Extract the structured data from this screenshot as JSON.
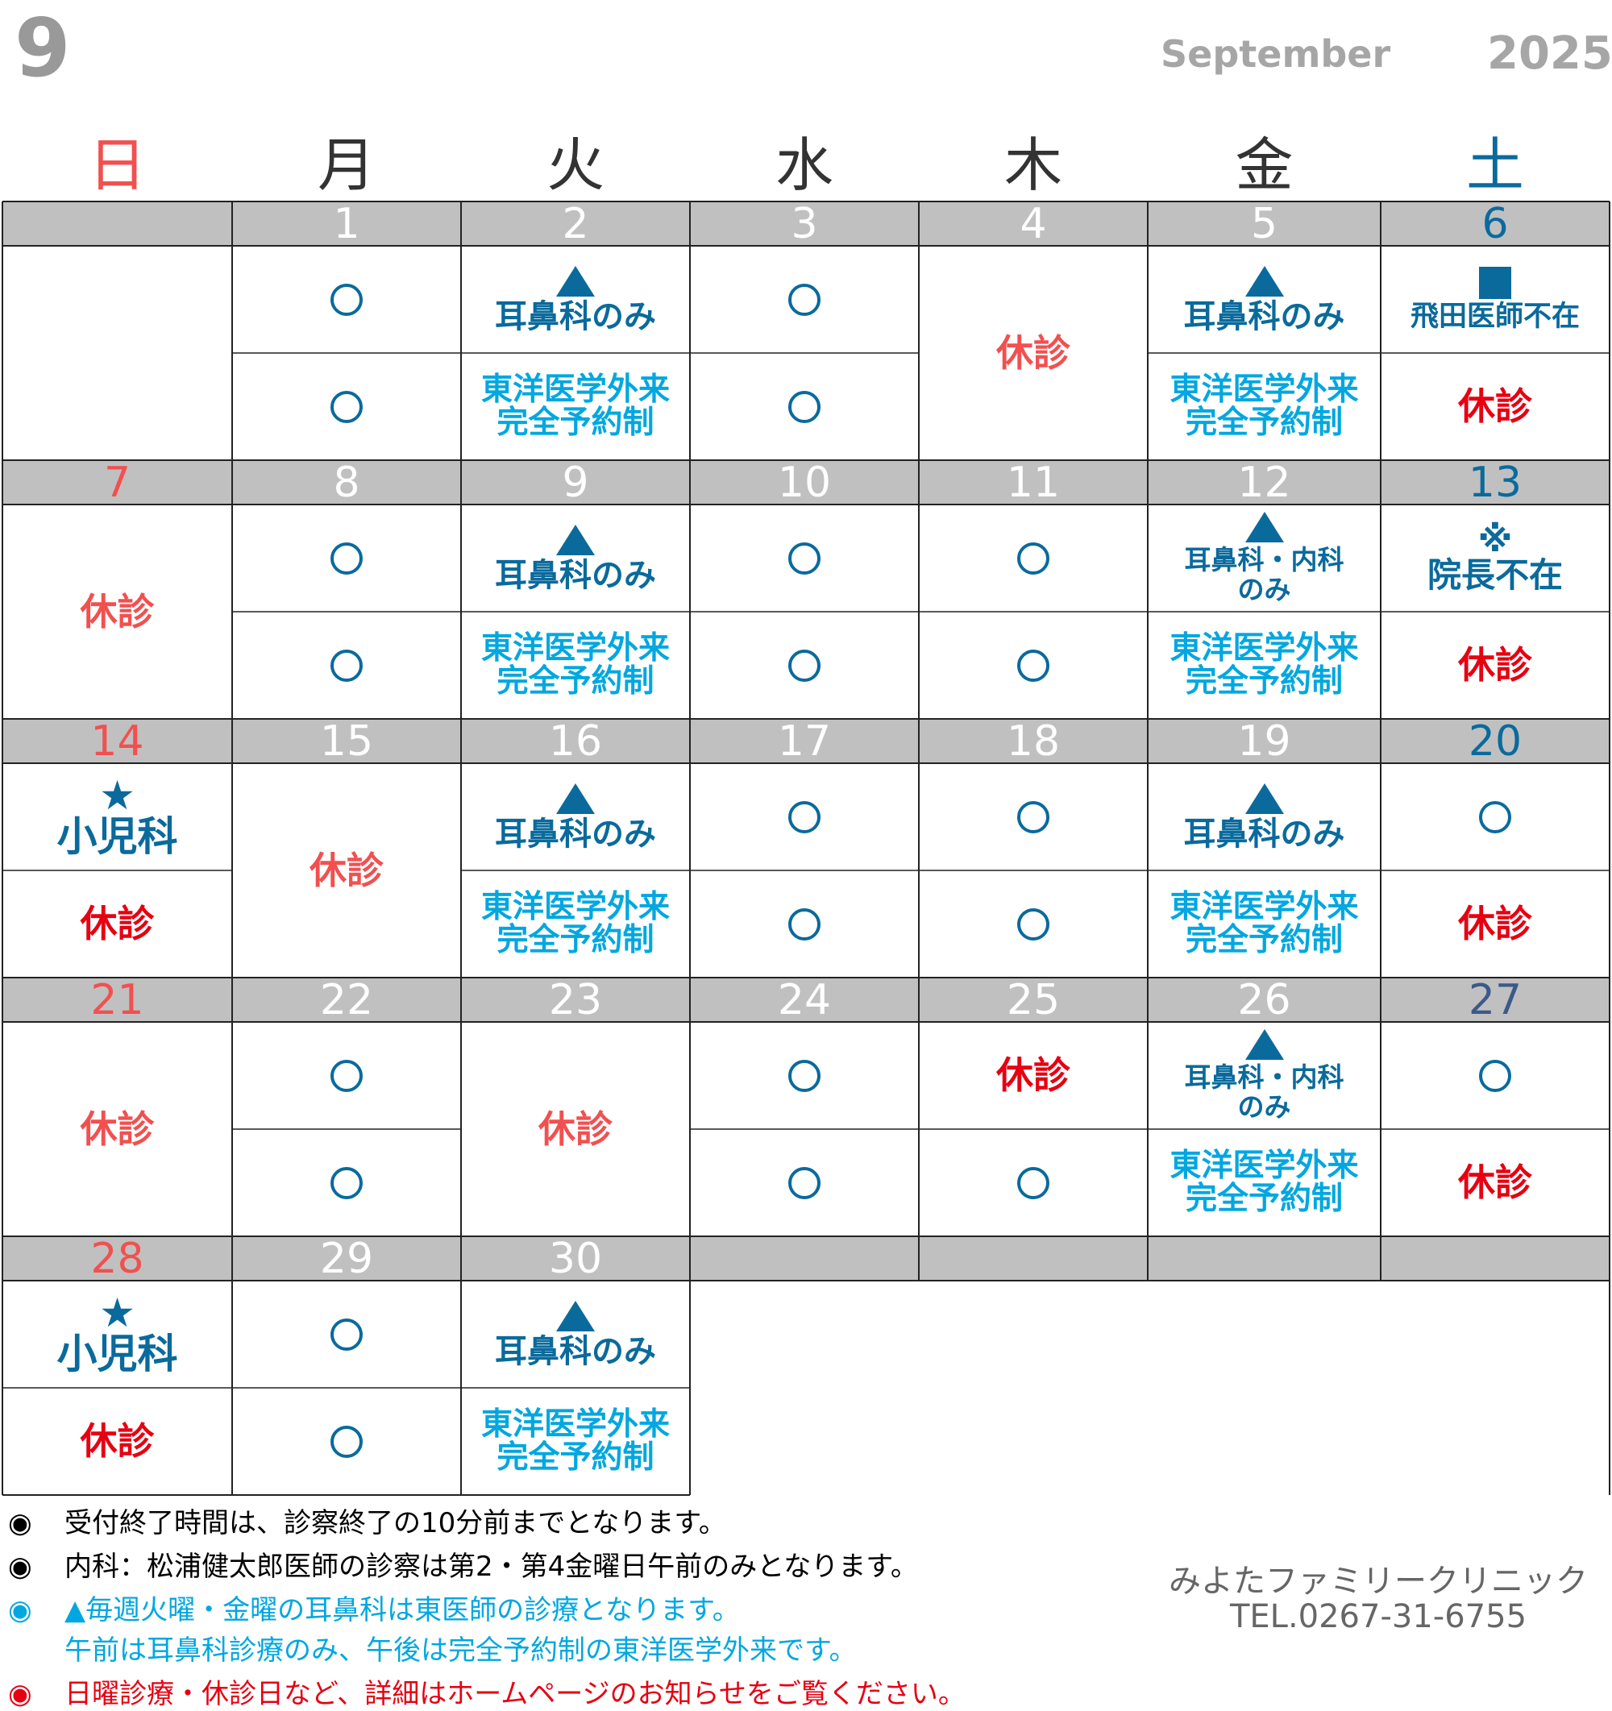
{
  "header": {
    "month_number": "9",
    "month_name": "September",
    "year": "2025"
  },
  "weekdays": [
    {
      "label": "日",
      "color": "#f25050"
    },
    {
      "label": "月",
      "color": "#333333"
    },
    {
      "label": "火",
      "color": "#333333"
    },
    {
      "label": "水",
      "color": "#333333"
    },
    {
      "label": "木",
      "color": "#333333"
    },
    {
      "label": "金",
      "color": "#333333"
    },
    {
      "label": "土",
      "color": "#0a6a9c"
    }
  ],
  "legend_text": {
    "ent_only": "耳鼻科のみ",
    "ent_internal_only": [
      "耳鼻科・内科",
      "のみ"
    ],
    "toyo": [
      "東洋医学外来",
      "完全予約制"
    ],
    "closed": "休診",
    "pediatrics": "小児科",
    "hida_absent": "飛田医師不在",
    "director_absent": "院長不在",
    "star_icon": "★",
    "kome_icon": "※"
  },
  "weeks": [
    {
      "dates": [
        "",
        "1",
        "2",
        "3",
        "4",
        "5",
        "6"
      ],
      "days": [
        {
          "type": "empty"
        },
        {
          "type": "split",
          "am": "open",
          "pm": "open"
        },
        {
          "type": "split",
          "am": "ent",
          "pm": "toyo"
        },
        {
          "type": "split",
          "am": "open",
          "pm": "open"
        },
        {
          "type": "full",
          "val": "closed-light"
        },
        {
          "type": "split",
          "am": "ent",
          "pm": "toyo"
        },
        {
          "type": "split",
          "am": "hida",
          "pm": "closed-dark"
        }
      ]
    },
    {
      "dates": [
        "7",
        "8",
        "9",
        "10",
        "11",
        "12",
        "13"
      ],
      "days": [
        {
          "type": "full",
          "val": "closed-light"
        },
        {
          "type": "split",
          "am": "open",
          "pm": "open"
        },
        {
          "type": "split",
          "am": "ent",
          "pm": "toyo"
        },
        {
          "type": "split",
          "am": "open",
          "pm": "open"
        },
        {
          "type": "split",
          "am": "open",
          "pm": "open"
        },
        {
          "type": "split",
          "am": "ent-int",
          "pm": "toyo"
        },
        {
          "type": "split",
          "am": "chief",
          "pm": "closed-dark"
        }
      ]
    },
    {
      "dates": [
        "14",
        "15",
        "16",
        "17",
        "18",
        "19",
        "20"
      ],
      "days": [
        {
          "type": "split",
          "am": "pedia",
          "pm": "closed-dark"
        },
        {
          "type": "full",
          "val": "closed-light"
        },
        {
          "type": "split",
          "am": "ent",
          "pm": "toyo"
        },
        {
          "type": "split",
          "am": "open",
          "pm": "open"
        },
        {
          "type": "split",
          "am": "open",
          "pm": "open"
        },
        {
          "type": "split",
          "am": "ent",
          "pm": "toyo"
        },
        {
          "type": "split",
          "am": "open",
          "pm": "closed-dark"
        }
      ]
    },
    {
      "dates": [
        "21",
        "22",
        "23",
        "24",
        "25",
        "26",
        "27"
      ],
      "days": [
        {
          "type": "full",
          "val": "closed-light"
        },
        {
          "type": "split",
          "am": "open",
          "pm": "open"
        },
        {
          "type": "full",
          "val": "closed-light"
        },
        {
          "type": "split",
          "am": "open",
          "pm": "open"
        },
        {
          "type": "split",
          "am": "closed-dark",
          "pm": "open"
        },
        {
          "type": "split",
          "am": "ent-int",
          "pm": "toyo"
        },
        {
          "type": "split",
          "am": "open",
          "pm": "closed-dark"
        }
      ]
    },
    {
      "dates": [
        "28",
        "29",
        "30",
        "",
        "",
        "",
        ""
      ],
      "days": [
        {
          "type": "split",
          "am": "pedia",
          "pm": "closed-dark"
        },
        {
          "type": "split",
          "am": "open",
          "pm": "open"
        },
        {
          "type": "split",
          "am": "ent",
          "pm": "toyo"
        },
        {
          "type": "blank"
        },
        {
          "type": "blank"
        },
        {
          "type": "blank"
        },
        {
          "type": "blank"
        }
      ]
    }
  ],
  "date_colors": {
    "sunday": "#f25050",
    "weekday": "#ffffff",
    "saturday": "#0a6a9c",
    "saturday_27": "#3b5a8a"
  },
  "notes": [
    {
      "mark": "◉",
      "text": "受付終了時間は、診察終了の10分前までとなります。",
      "color": "#000000"
    },
    {
      "mark": "◉",
      "text": "内科：松浦健太郎医師の診察は第2・第4金曜日午前のみとなります。",
      "color": "#000000"
    },
    {
      "mark": "◉",
      "text": "▲毎週火曜・金曜の耳鼻科は東医師の診療となります。",
      "color": "#00a7e0"
    },
    {
      "mark": "",
      "text": "午前は耳鼻科診療のみ、午後は完全予約制の東洋医学外来です。",
      "color": "#00a7e0"
    },
    {
      "mark": "◉",
      "text": "日曜診療・休診日など、詳細はホームページのお知らせをご覧ください。",
      "color": "#e60012"
    }
  ],
  "clinic": {
    "name": "みよたファミリークリニック",
    "tel": "TEL.0267-31-6755"
  }
}
